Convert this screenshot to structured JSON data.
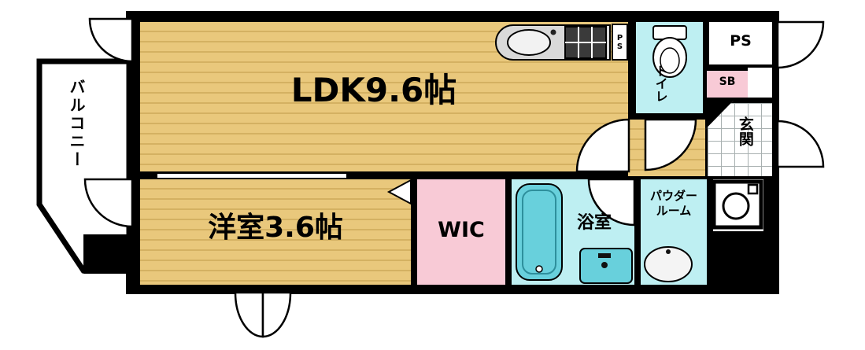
{
  "floorplan": {
    "rooms": {
      "ldk": "LDK9.6帖",
      "western_room": "洋室3.6帖",
      "balcony": "バルコニー",
      "toilet": "トイレ",
      "genkan": "玄関",
      "wic": "WIC",
      "bathroom": "浴室",
      "powder_line1": "パウダー",
      "powder_line2": "ルーム",
      "ps_shaft": "PS",
      "ps_kitchen": "PS",
      "shoe_box": "SB"
    },
    "colors": {
      "wall": "#000000",
      "flooring": "#E9C87C",
      "flooring_stripe": "#D4B162",
      "wet_area": "#BEEFF2",
      "closet_pink": "#F8CAD6",
      "bathtub": "#68D0DC",
      "counter_gray": "#D9D9D9"
    }
  }
}
